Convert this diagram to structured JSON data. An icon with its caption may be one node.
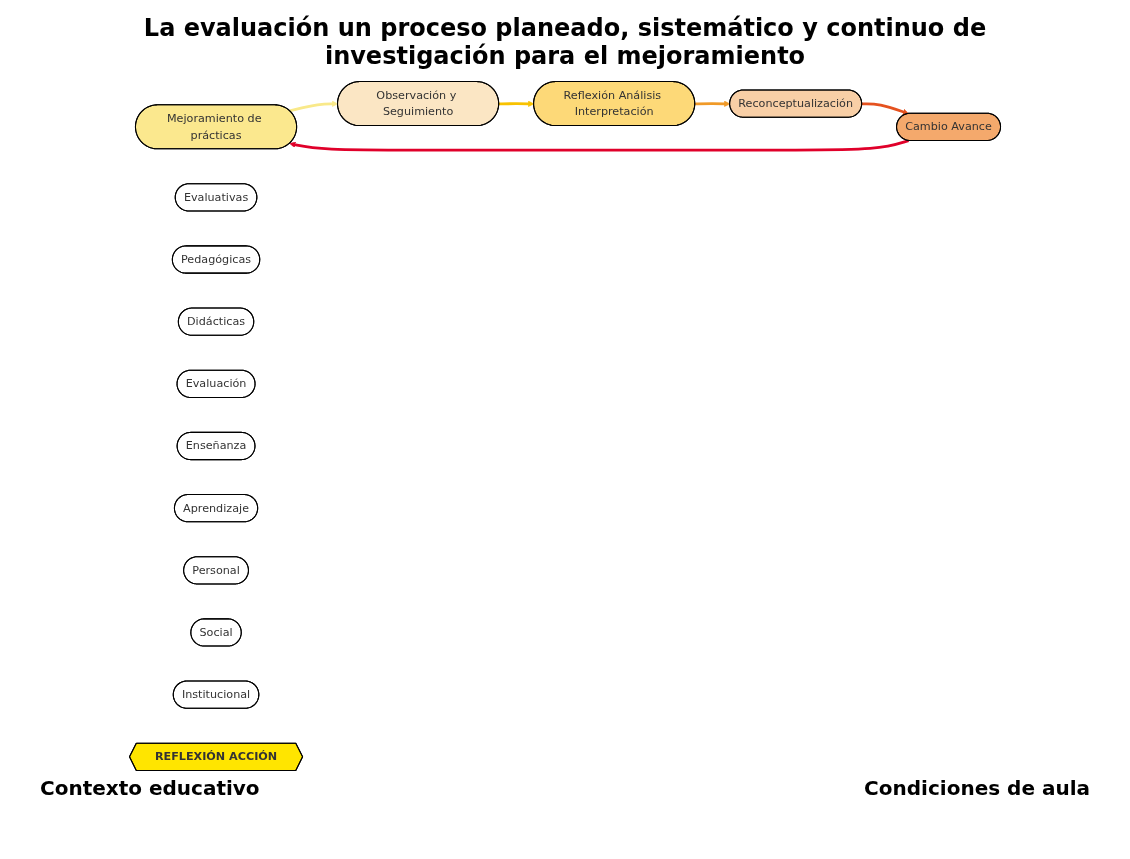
{
  "diagram": {
    "title": "La evaluación un proceso planeado, sistemático y continuo de investigación para el mejoramiento",
    "nodes": [
      {
        "text": [
          "Mejoramiento de prácticas"
        ]
      },
      {
        "text": [
          "Evaluativas"
        ]
      },
      {
        "text": [
          "Pedagógicas"
        ]
      },
      {
        "text": [
          "Didácticas"
        ]
      },
      {
        "text": [
          "Observación y Seguimiento"
        ]
      },
      {
        "text": [
          "Reflexión Análisis Interpretación"
        ]
      },
      {
        "text": [
          "Reconceptualización"
        ]
      },
      {
        "text": [
          "Evaluación"
        ]
      },
      {
        "text": [
          "Enseñanza"
        ]
      },
      {
        "text": [
          "Aprendizaje"
        ]
      },
      {
        "text": [
          "Cambio Avance"
        ]
      },
      {
        "text": [
          "Personal"
        ]
      },
      {
        "text": [
          "Social"
        ]
      },
      {
        "text": [
          "Institucional"
        ]
      },
      {
        "text": [
          "REFLEXIÓN ACCIÓN"
        ]
      }
    ],
    "edges": [
      {
        "from": 0,
        "to": 4,
        "arrow": "to",
        "color": "#f9e98a"
      },
      {
        "from": 4,
        "to": 5,
        "arrow": "to",
        "color": "#f8c200"
      },
      {
        "from": 5,
        "to": 6,
        "arrow": "to",
        "color": "#f09a28"
      },
      {
        "from": 6,
        "to": 10,
        "arrow": "to",
        "color": "#e5521f"
      },
      {
        "from": 10,
        "to": 0,
        "arrow": "to",
        "color": "#e0002a"
      }
    ],
    "labels": [
      "Contexto educativo",
      "Condiciones de aula"
    ]
  }
}
